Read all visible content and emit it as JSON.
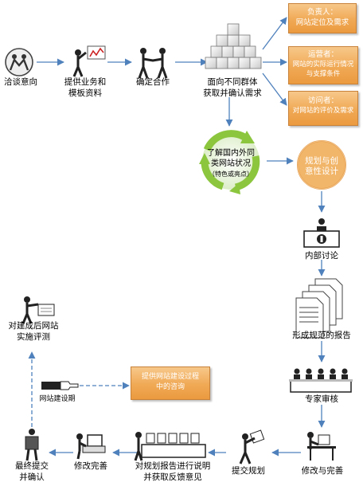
{
  "steps": {
    "negotiate": "洽谈意向",
    "provide_line1": "提供业务和",
    "provide_line2": "模板资料",
    "confirm": "确定合作",
    "face_line1": "面向不同群体",
    "face_line2": "获取并确认需求",
    "research_line1": "了解国内外同",
    "research_line2": "类网站状况",
    "research_line3": "（特色或亮点）",
    "plan": "规划与创意性设计",
    "discuss": "内部讨论",
    "report": "形成规范的报告",
    "expert": "专家审核",
    "modify": "修改与完善",
    "submit": "提交规划",
    "explain_line1": "对规划报告进行说明",
    "explain_line2": "并获取反馈意见",
    "revise": "修改完善",
    "final_line1": "最终提交",
    "final_line2": "并确认",
    "eval_line1": "对建成后网站",
    "eval_line2": "实施评测",
    "period": "网站建设期"
  },
  "boxes": {
    "owner_title": "负责人：",
    "owner_desc": "网站定位及需求",
    "operator_title": "运营者：",
    "operator_desc_line1": "网站的实际运行情况",
    "operator_desc_line2": "与支撑条件",
    "visitor_title": "访问者：",
    "visitor_desc": "对网站的评价及需求",
    "consult_line1": "提供网站建设过程",
    "consult_line2": "中的咨询"
  },
  "colors": {
    "arrow": "#4f81bd",
    "box_orange": "#f0a955",
    "cycle_green": "#8cc63f"
  },
  "icons": [
    "handshake-figure-icon",
    "presenter-chart-icon",
    "handshake-pair-icon",
    "cube-stack-icon",
    "recycle-cycle-icon",
    "podium-speaker-icon",
    "document-stack-icon",
    "expert-panel-icon",
    "desk-worker-icon",
    "carry-document-icon",
    "meeting-table-icon",
    "computer-user-icon",
    "carry-box-icon",
    "stamp-check-icon",
    "pointing-hand-icon"
  ]
}
